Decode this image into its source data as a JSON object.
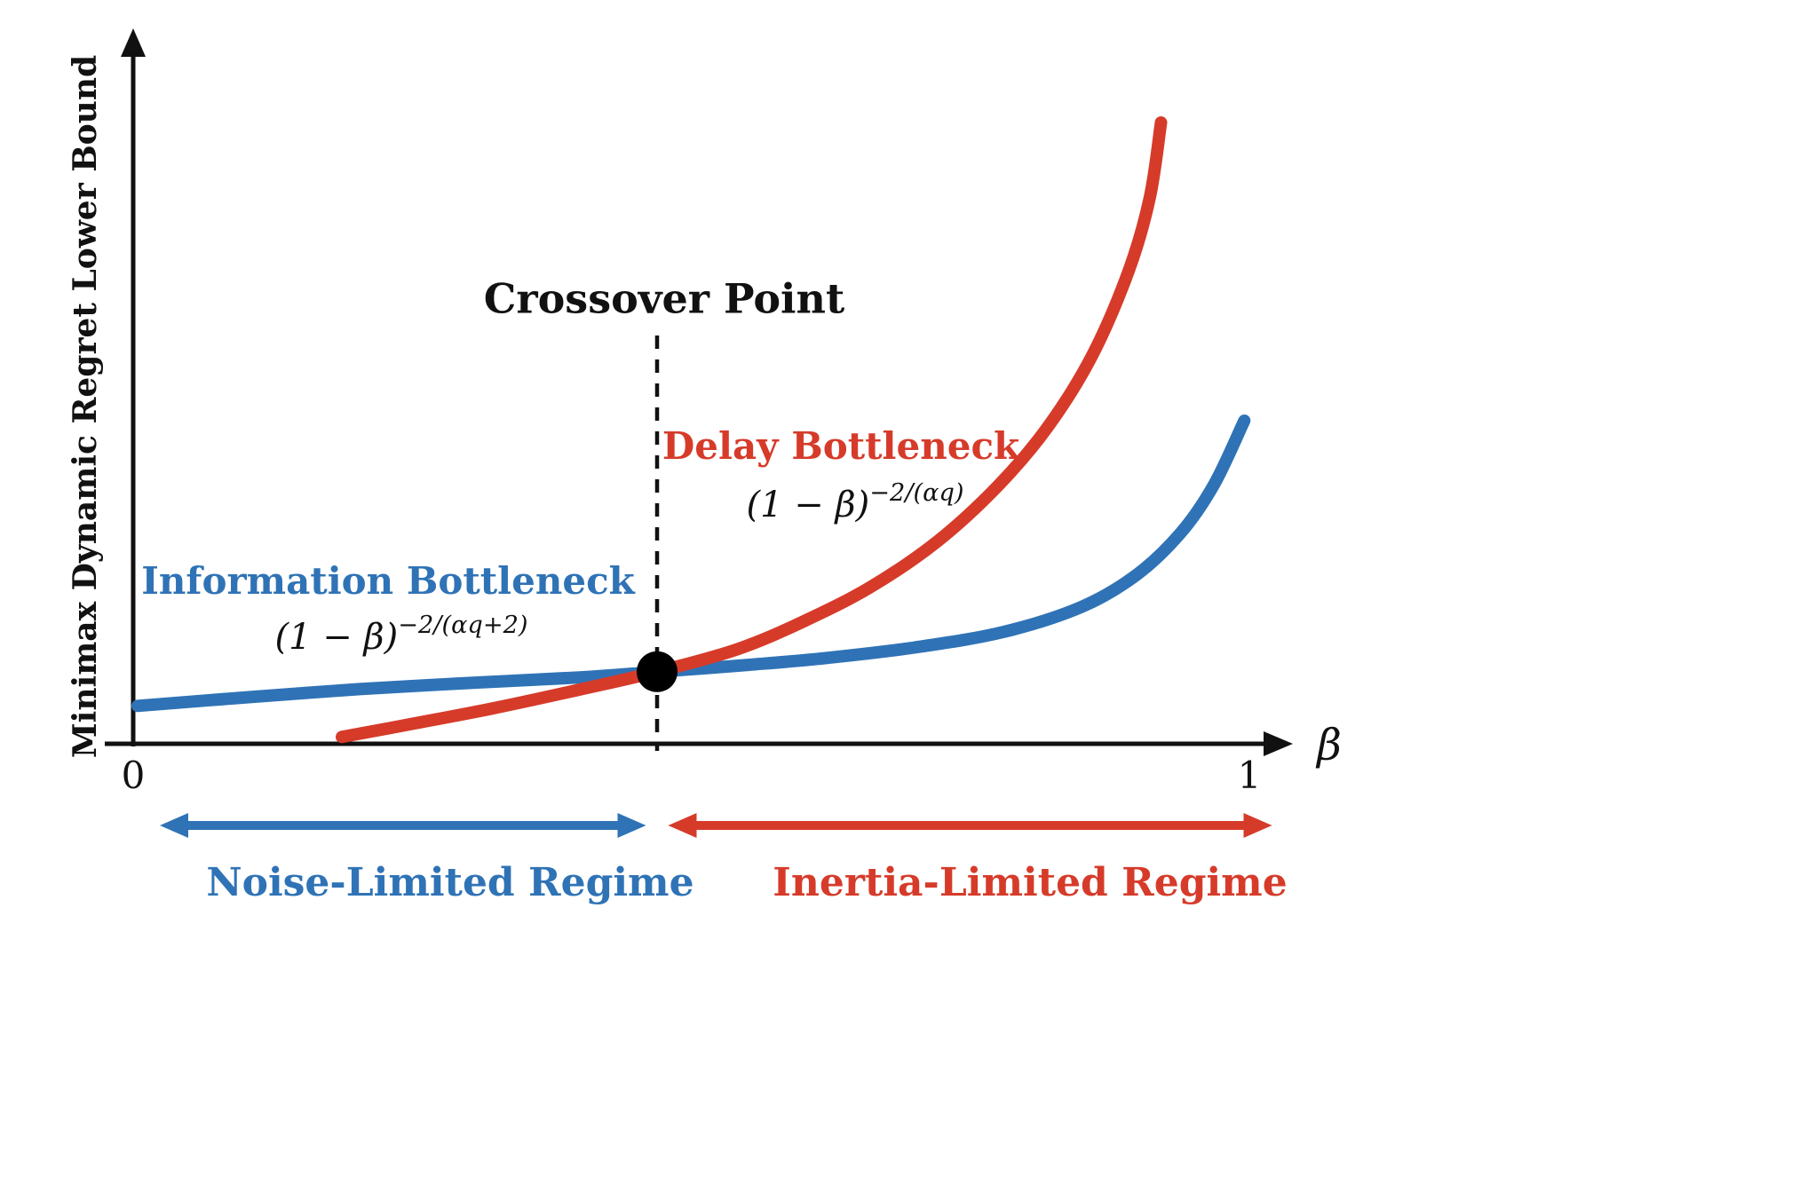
{
  "chart_data": {
    "type": "line",
    "title": "Crossover Point",
    "xlabel": "β",
    "ylabel": "Minimax Dynamic Regret Lower Bound",
    "x_tick_labels": [
      "0",
      "1"
    ],
    "x_tick_values": [
      0,
      1
    ],
    "xlim": [
      0,
      1.05
    ],
    "ylim": [
      0,
      1
    ],
    "grid": false,
    "axis_color": "#111111",
    "series": [
      {
        "name": "Information Bottleneck",
        "formula_base": "(1 − β)",
        "formula_exponent": "−2/(αq+2)",
        "color": "#2f73b6",
        "points": [
          [
            0.0,
            0.061
          ],
          [
            0.1,
            0.075
          ],
          [
            0.2,
            0.088
          ],
          [
            0.3,
            0.098
          ],
          [
            0.4,
            0.107
          ],
          [
            0.468,
            0.116
          ],
          [
            0.55,
            0.127
          ],
          [
            0.62,
            0.138
          ],
          [
            0.7,
            0.155
          ],
          [
            0.78,
            0.18
          ],
          [
            0.85,
            0.22
          ],
          [
            0.9,
            0.272
          ],
          [
            0.94,
            0.34
          ],
          [
            0.97,
            0.418
          ],
          [
            0.997,
            0.52
          ]
        ]
      },
      {
        "name": "Delay Bottleneck",
        "formula_base": "(1 − β)",
        "formula_exponent": "−2/(αq)",
        "color": "#d63b2a",
        "points": [
          [
            0.184,
            0.011
          ],
          [
            0.25,
            0.033
          ],
          [
            0.32,
            0.057
          ],
          [
            0.4,
            0.088
          ],
          [
            0.468,
            0.116
          ],
          [
            0.54,
            0.152
          ],
          [
            0.6,
            0.197
          ],
          [
            0.66,
            0.252
          ],
          [
            0.72,
            0.325
          ],
          [
            0.775,
            0.415
          ],
          [
            0.82,
            0.51
          ],
          [
            0.86,
            0.625
          ],
          [
            0.893,
            0.762
          ],
          [
            0.912,
            0.88
          ],
          [
            0.922,
            1.0
          ]
        ]
      }
    ],
    "crossover_point": {
      "label": "Crossover Point",
      "x": 0.468,
      "y": 0.116,
      "color": "#000000"
    },
    "regime_arrows": [
      {
        "label": "Noise-Limited Regime",
        "color": "#2f73b6",
        "x_from": 0.02,
        "x_to": 0.458
      },
      {
        "label": "Inertia-Limited Regime",
        "color": "#d63b2a",
        "x_from": 0.478,
        "x_to": 1.022
      }
    ]
  }
}
